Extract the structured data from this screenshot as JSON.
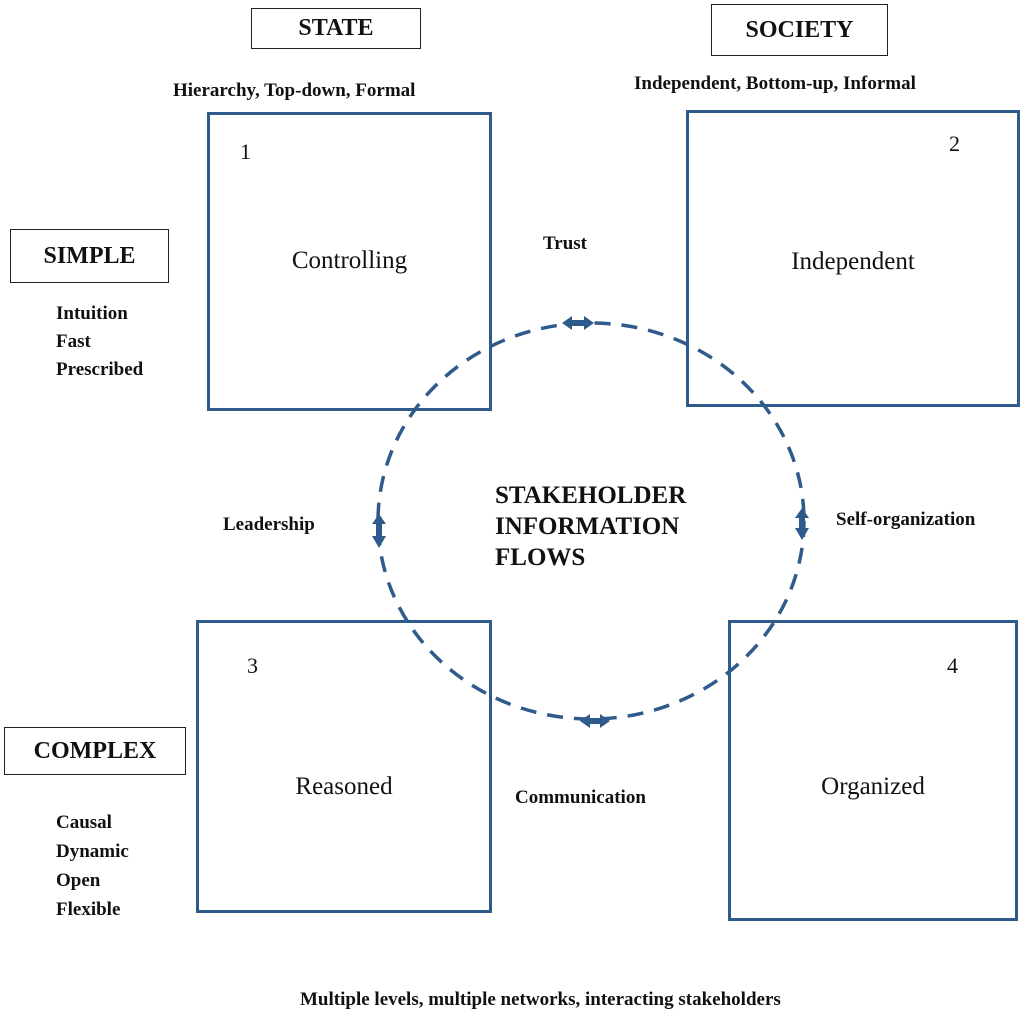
{
  "top_labels": {
    "state": "STATE",
    "society": "SOCIETY"
  },
  "state_desc": "Hierarchy, Top-down, Formal",
  "society_desc": "Independent, Bottom-up, Informal",
  "side_labels": {
    "simple": "SIMPLE",
    "complex": "COMPLEX"
  },
  "simple_desc": [
    "Intuition",
    "Fast",
    "Prescribed"
  ],
  "complex_desc": [
    "Causal",
    "Dynamic",
    "Open",
    "Flexible"
  ],
  "quadrants": [
    {
      "number": "1",
      "label": "Controlling"
    },
    {
      "number": "2",
      "label": "Independent"
    },
    {
      "number": "3",
      "label": "Reasoned"
    },
    {
      "number": "4",
      "label": "Organized"
    }
  ],
  "flows": {
    "top": "Trust",
    "left": "Leadership",
    "right": "Self-organization",
    "bottom": "Communication"
  },
  "center": [
    "STAKEHOLDER",
    "INFORMATION",
    "FLOWS"
  ],
  "footer": "Multiple levels, multiple networks, interacting stakeholders",
  "colors": {
    "accent": "#2f5a8c"
  }
}
